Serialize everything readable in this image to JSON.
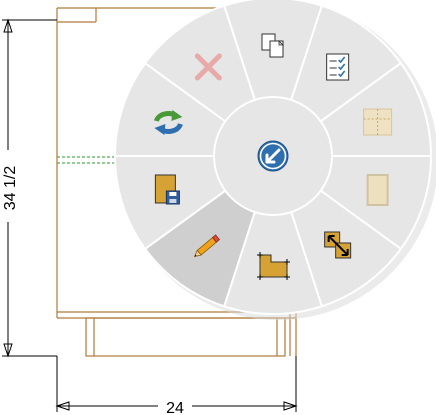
{
  "drawing": {
    "dim_vertical": {
      "label": "34 1/2"
    },
    "dim_horizontal": {
      "label": "24"
    },
    "colors": {
      "cabinet_line": "#b07a3a",
      "dim_line": "#000000",
      "dash_line": "#2e9a2e"
    }
  },
  "radial_menu": {
    "center": {
      "icon": "select-arrow-icon"
    },
    "items": [
      {
        "name": "copy",
        "icon": "copy-pages-icon",
        "enabled": true,
        "active": false
      },
      {
        "name": "properties",
        "icon": "checklist-icon",
        "enabled": true,
        "active": false
      },
      {
        "name": "split",
        "icon": "split-panel-icon",
        "enabled": false,
        "active": false
      },
      {
        "name": "panel",
        "icon": "single-panel-icon",
        "enabled": false,
        "active": false
      },
      {
        "name": "resize",
        "icon": "diagonal-resize-icon",
        "enabled": true,
        "active": false
      },
      {
        "name": "corner",
        "icon": "corner-shape-icon",
        "enabled": true,
        "active": false
      },
      {
        "name": "edit",
        "icon": "pencil-icon",
        "enabled": true,
        "active": true
      },
      {
        "name": "save",
        "icon": "save-floppy-icon",
        "enabled": true,
        "active": false
      },
      {
        "name": "rotate",
        "icon": "rotate-arrows-icon",
        "enabled": true,
        "active": false
      },
      {
        "name": "delete",
        "icon": "delete-x-icon",
        "enabled": false,
        "active": false
      }
    ],
    "colors": {
      "segment": "#e6e6e6",
      "segment_active": "#cfcfcf",
      "separator": "#ffffff",
      "accent": "#2f6fb0"
    }
  }
}
